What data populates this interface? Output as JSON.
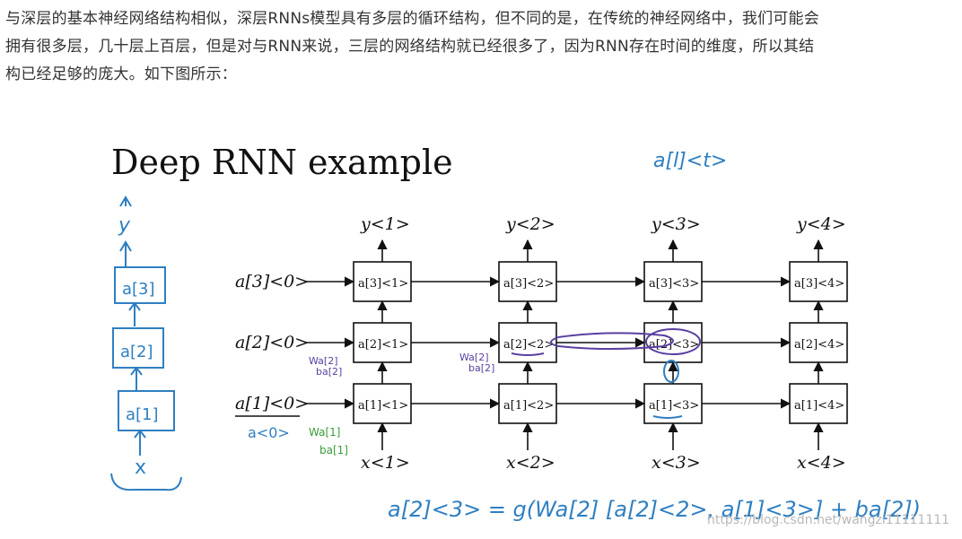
{
  "article": {
    "lines": [
      "与深层的基本神经网络结构相似，深层RNNs模型具有多层的循环结构，但不同的是，在传统的神经网络中，我们可能会",
      "拥有很多层，几十层上百层，但是对与RNN来说，三层的网络结构就已经很多了，因为RNN存在时间的维度，所以其结",
      "构已经足够的庞大。如下图所示："
    ]
  },
  "figure": {
    "title": "Deep RNN example",
    "notation": "a[l]<t>",
    "timesteps": [
      "1",
      "2",
      "3",
      "4"
    ],
    "layers": [
      "1",
      "2",
      "3"
    ],
    "initial_labels": {
      "layer3": "a[3]<0>",
      "layer2": "a[2]<0>",
      "layer1": "a[1]<0>"
    },
    "a0_note": "a<0>",
    "stack_labels": [
      "y",
      "a[3]",
      "a[2]",
      "a[1]",
      "x"
    ],
    "weight_note_green_w": "Wa[1]",
    "weight_note_green_b": "ba[1]",
    "weight_note_purple_w": "Wa[2]",
    "weight_note_purple_b": "ba[2]",
    "equation": "a[2]<3> = g(Wa[2] [a[2]<2>, a[1]<3>] + ba[2])",
    "watermark": "https://blog.csdn.net/wangzi11111111"
  }
}
